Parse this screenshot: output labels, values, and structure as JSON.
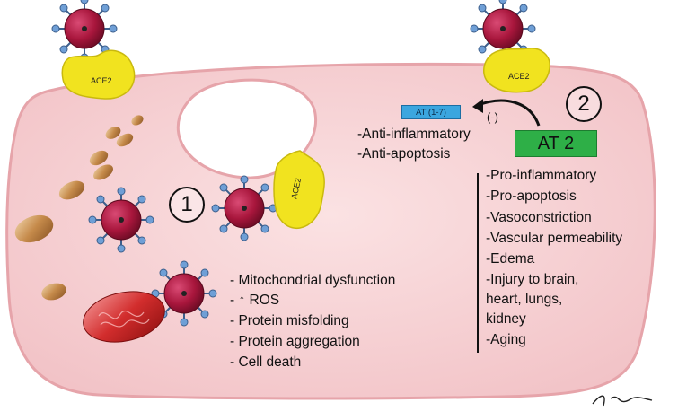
{
  "receptor_label": "ACE2",
  "markers": {
    "one": "1",
    "two": "2"
  },
  "at17": {
    "label": "AT (1-7)",
    "color": "#3ba6df"
  },
  "inhibit_label": "(-)",
  "at17_effects": [
    "-Anti-inflammatory",
    "-Anti-apoptosis"
  ],
  "at2": {
    "label": "AT 2",
    "color": "#2eaf47"
  },
  "at2_effects": [
    "-Pro-inflammatory",
    "-Pro-apoptosis",
    "-Vasoconstriction",
    "-Vascular permeability",
    "-Edema",
    "-Injury to brain,",
    "heart, lungs,",
    "kidney",
    "-Aging"
  ],
  "damage_effects": [
    "-  Mitochondrial dysfunction",
    "-  ↑ ROS",
    "-  Protein misfolding",
    "-  Protein aggregation",
    "-  Cell death"
  ],
  "colors": {
    "cell": "#f7d4d6",
    "cell_edge": "#e6a4aa",
    "virus": "#a8163c",
    "spike": "#5d8ec6",
    "ace2": "#f1e31f"
  }
}
